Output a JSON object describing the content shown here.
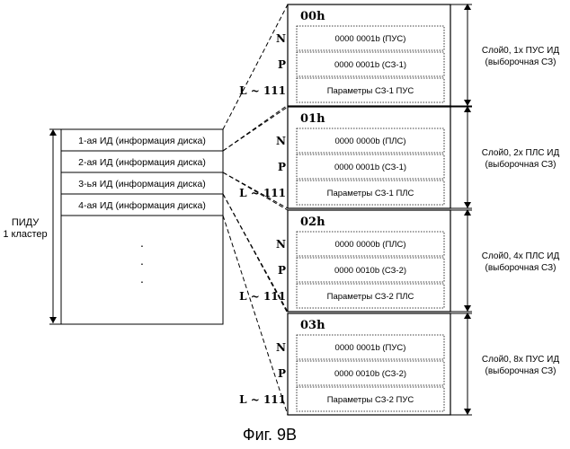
{
  "left_block": {
    "label_line1": "ПИДУ",
    "label_line2": "1 кластер",
    "rows": [
      "1-ая ИД (информация диска)",
      "2-ая ИД (информация диска)",
      "3-ья ИД (информация диска)",
      "4-ая ИД (информация диска)"
    ],
    "ellipsis": [
      "·",
      "·",
      "·"
    ]
  },
  "right_blocks": [
    {
      "header": "00h",
      "field_labels": [
        "N",
        "P",
        "L ~ 111"
      ],
      "fields": [
        "0000 0001b (ПУС)",
        "0000 0001b (СЗ-1)",
        "Параметры СЗ-1 ПУС"
      ],
      "side_line1": "Слой0, 1х ПУС ИД",
      "side_line2": "(выборочная СЗ)"
    },
    {
      "header": "01h",
      "field_labels": [
        "N",
        "P",
        "L ~ 111"
      ],
      "fields": [
        "0000 0000b (ПЛС)",
        "0000 0001b (СЗ-1)",
        "Параметры СЗ-1 ПЛС"
      ],
      "side_line1": "Слой0, 2х ПЛС ИД",
      "side_line2": "(выборочная СЗ)"
    },
    {
      "header": "02h",
      "field_labels": [
        "N",
        "P",
        "L ~ 111"
      ],
      "fields": [
        "0000 0000b (ПЛС)",
        "0000 0010b (СЗ-2)",
        "Параметры СЗ-2 ПЛС"
      ],
      "side_line1": "Слой0, 4х ПЛС ИД",
      "side_line2": "(выборочная СЗ)"
    },
    {
      "header": "03h",
      "field_labels": [
        "N",
        "P",
        "L ~ 111"
      ],
      "fields": [
        "0000 0001b (ПУС)",
        "0000 0010b (СЗ-2)",
        "Параметры СЗ-2 ПУС"
      ],
      "side_line1": "Слой0, 8х ПУС ИД",
      "side_line2": "(выборочная СЗ)"
    }
  ],
  "caption": "Фиг. 9B"
}
